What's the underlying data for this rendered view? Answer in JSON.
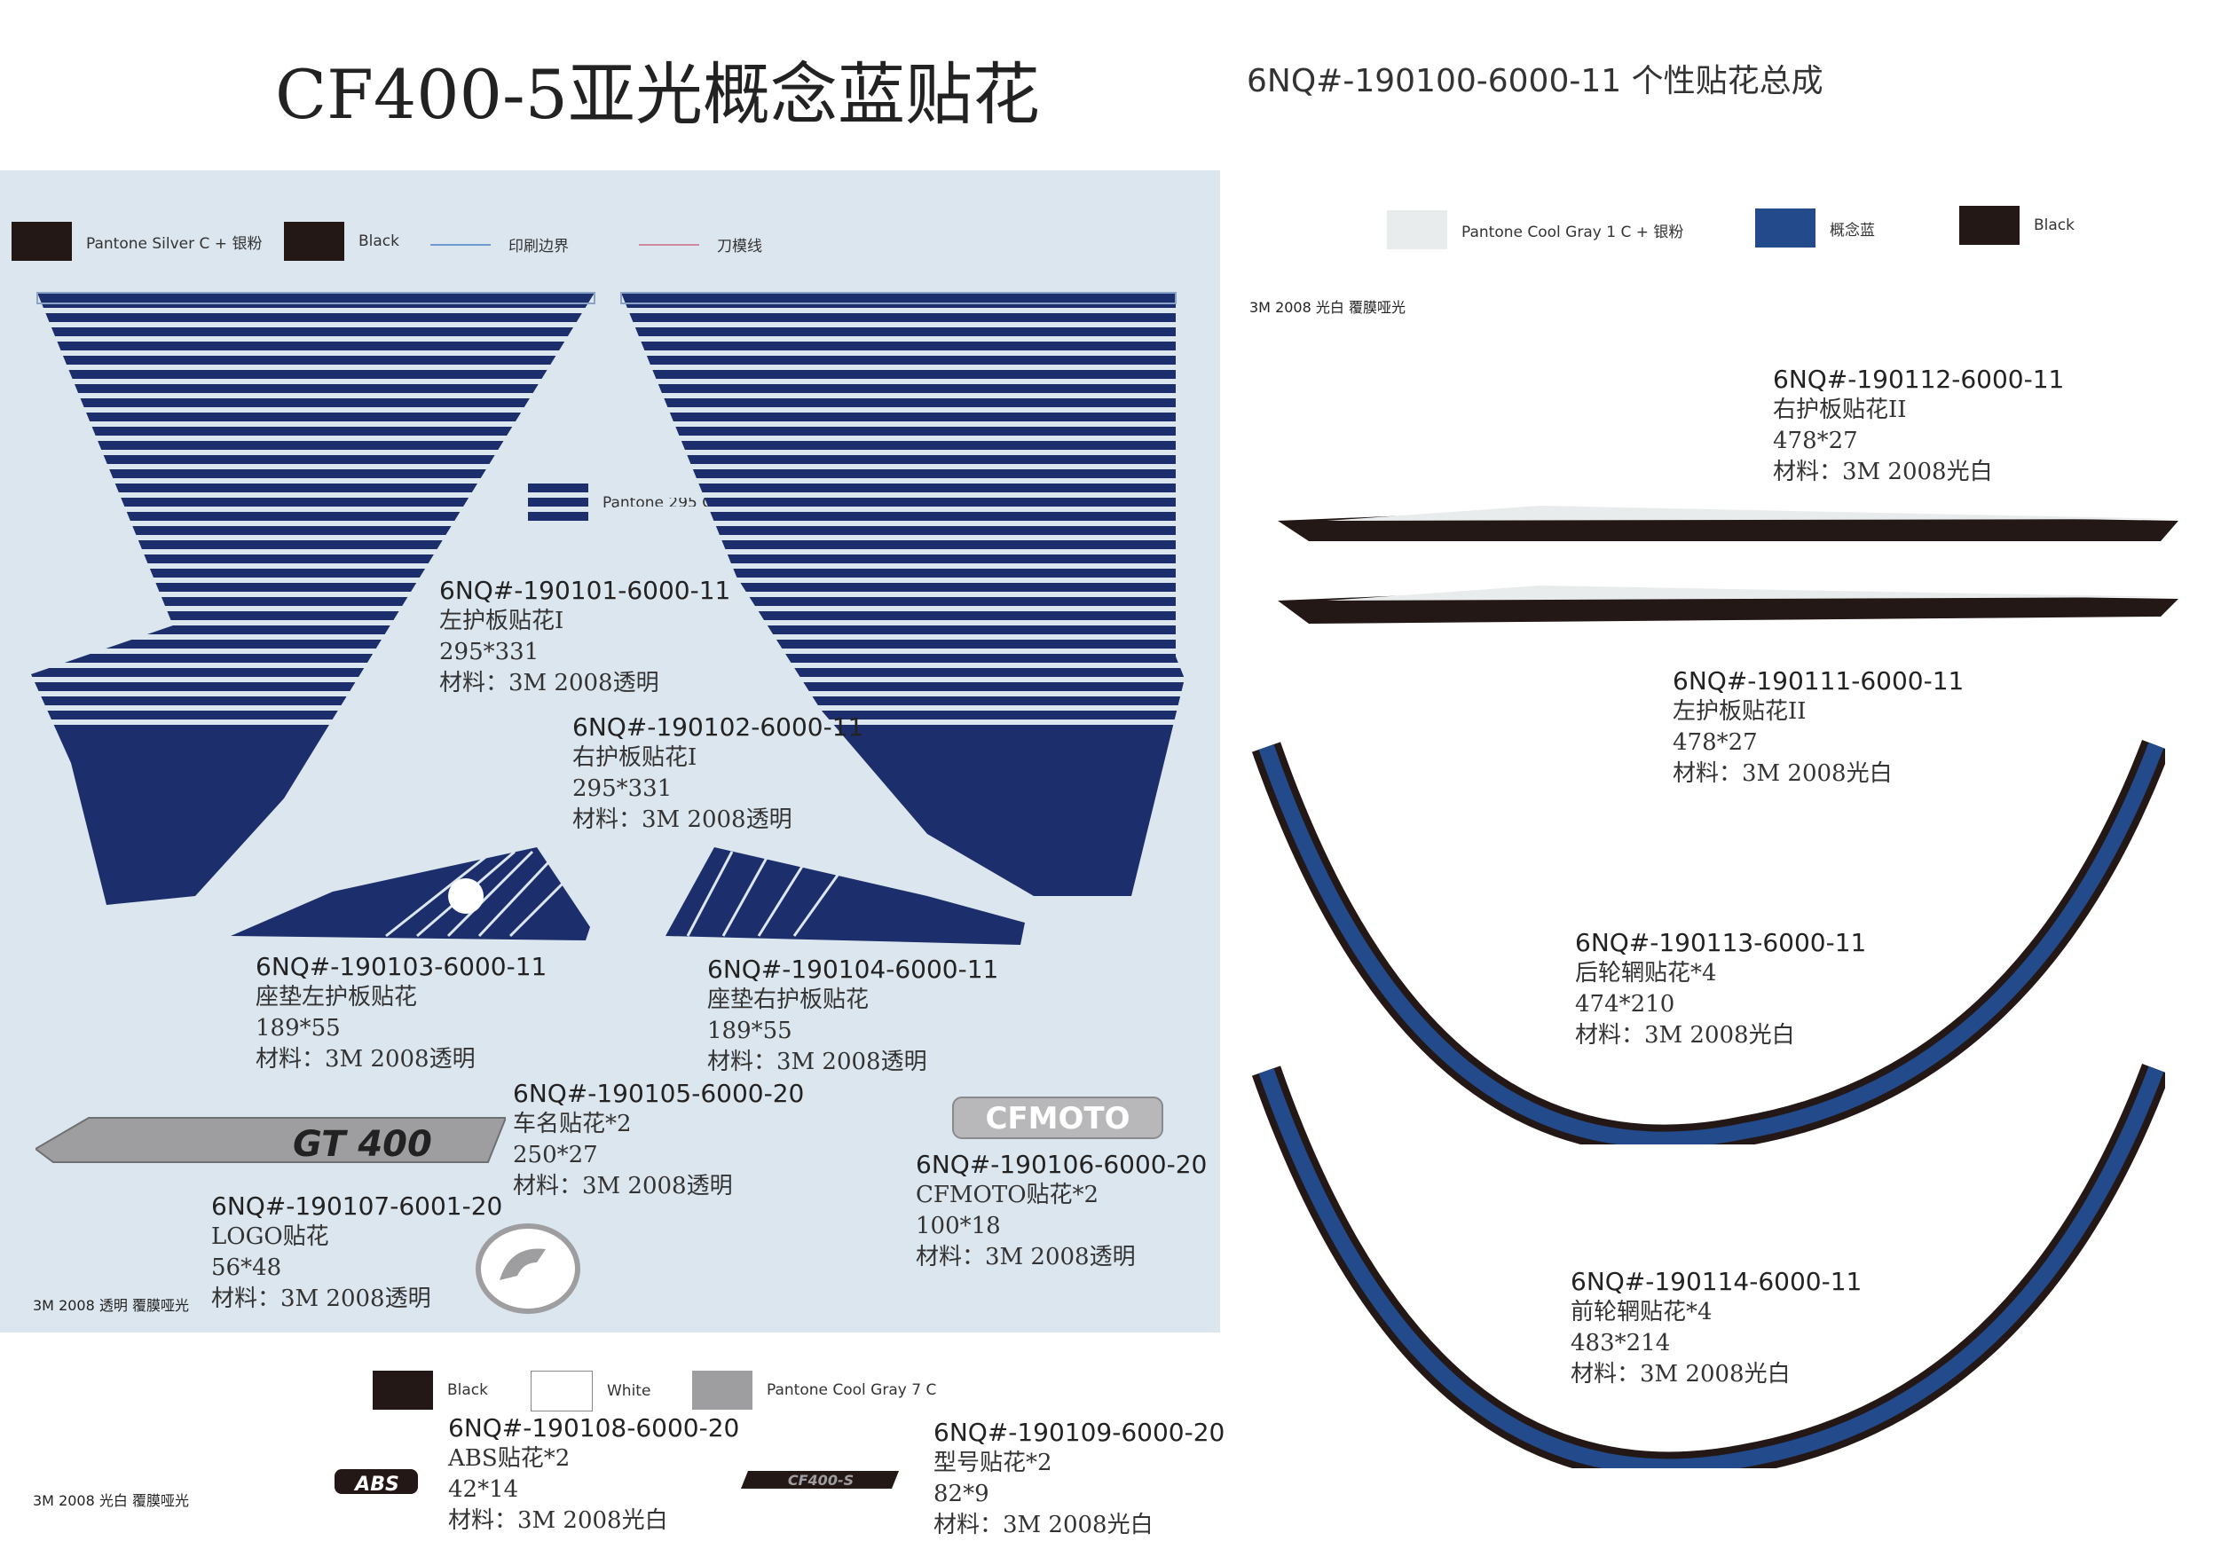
{
  "header": {
    "title": "CF400-5亚光概念蓝贴花",
    "subtitle": "6NQ#-190100-6000-11 个性贴花总成"
  },
  "colors": {
    "navy": "#1c2e6b",
    "blue": "#234a8a",
    "black": "#231815",
    "silver": "#e9ecec",
    "gray7": "#9e9ea1",
    "panel": "#dce6ee"
  },
  "legend_left": [
    {
      "label": "Pantone Silver C + 银粉"
    },
    {
      "label": "Black"
    },
    {
      "label": "印刷边界"
    },
    {
      "label": "刀模线"
    }
  ],
  "legend_right": [
    {
      "label": "Pantone Cool Gray 1 C + 银粉"
    },
    {
      "label": "概念蓝"
    },
    {
      "label": "Black"
    }
  ],
  "legend_bottom": [
    {
      "label": "Black"
    },
    {
      "label": "White"
    },
    {
      "label": "Pantone Cool Gray 7 C"
    }
  ],
  "pantone_295": "Pantone 295 C",
  "material_tags": {
    "panel": "3M 2008 透明 覆膜哑光",
    "right": "3M 2008 光白 覆膜哑光",
    "bottom": "3M 2008 光白 覆膜哑光"
  },
  "logos": {
    "cfmoto": "CFMOTO",
    "gt": "GT 400",
    "abs": "ABS",
    "model": "CF400-S"
  },
  "parts": [
    {
      "code": "6NQ#-190101-6000-11",
      "name": "左护板贴花I",
      "size": "295*331",
      "material": "材料：3M 2008透明"
    },
    {
      "code": "6NQ#-190102-6000-11",
      "name": "右护板贴花I",
      "size": "295*331",
      "material": "材料：3M 2008透明"
    },
    {
      "code": "6NQ#-190103-6000-11",
      "name": "座垫左护板贴花",
      "size": "189*55",
      "material": "材料：3M 2008透明"
    },
    {
      "code": "6NQ#-190104-6000-11",
      "name": "座垫右护板贴花",
      "size": "189*55",
      "material": "材料：3M 2008透明"
    },
    {
      "code": "6NQ#-190105-6000-20",
      "name": "车名贴花*2",
      "size": "250*27",
      "material": "材料：3M 2008透明"
    },
    {
      "code": "6NQ#-190106-6000-20",
      "name": "CFMOTO贴花*2",
      "size": "100*18",
      "material": "材料：3M 2008透明"
    },
    {
      "code": "6NQ#-190107-6001-20",
      "name": "LOGO贴花",
      "size": "56*48",
      "material": "材料：3M 2008透明"
    },
    {
      "code": "6NQ#-190108-6000-20",
      "name": "ABS贴花*2",
      "size": "42*14",
      "material": "材料：3M 2008光白"
    },
    {
      "code": "6NQ#-190109-6000-20",
      "name": "型号贴花*2",
      "size": "82*9",
      "material": "材料：3M 2008光白"
    },
    {
      "code": "6NQ#-190112-6000-11",
      "name": "右护板贴花II",
      "size": "478*27",
      "material": "材料：3M 2008光白"
    },
    {
      "code": "6NQ#-190111-6000-11",
      "name": "左护板贴花II",
      "size": "478*27",
      "material": "材料：3M 2008光白"
    },
    {
      "code": "6NQ#-190113-6000-11",
      "name": "后轮辋贴花*4",
      "size": "474*210",
      "material": "材料：3M 2008光白"
    },
    {
      "code": "6NQ#-190114-6000-11",
      "name": "前轮辋贴花*4",
      "size": "483*214",
      "material": "材料：3M 2008光白"
    }
  ]
}
